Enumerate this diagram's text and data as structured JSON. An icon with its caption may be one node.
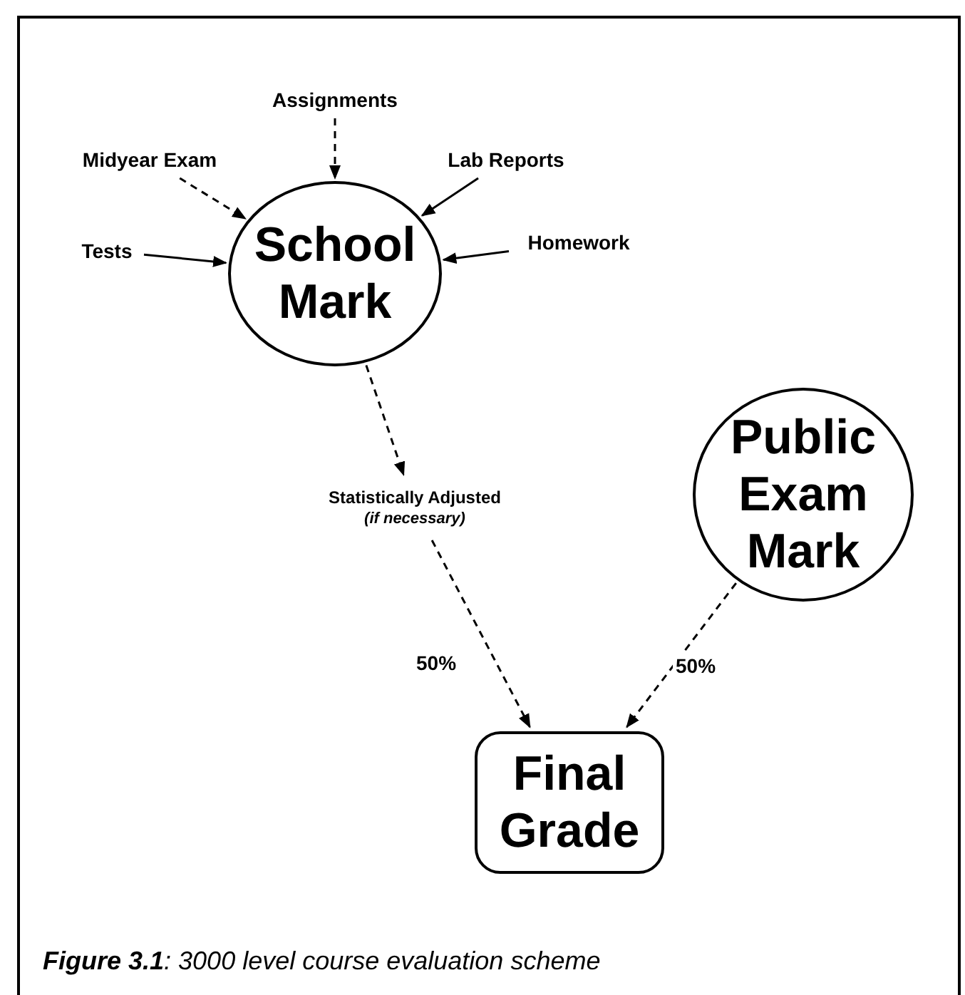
{
  "diagram": {
    "caption": "**Figure 3.1**: 3000 level course evaluation scheme",
    "nodes": [
      {
        "text": [
          "Assignments"
        ]
      },
      {
        "text": [
          "Midyear Exam"
        ]
      },
      {
        "text": [
          "Lab Reports"
        ]
      },
      {
        "text": [
          "Tests"
        ]
      },
      {
        "text": [
          "School Mark"
        ]
      },
      {
        "text": [
          "Homework"
        ]
      },
      {
        "text": [
          "Statistically Adjusted",
          "(if necessary)"
        ]
      },
      {
        "text": [
          "Public Exam Mark"
        ]
      },
      {
        "text": [
          "Final Grade"
        ]
      }
    ],
    "edges": [
      {
        "from": 0,
        "to": 4,
        "arrow": "to",
        "style": "dashed"
      },
      {
        "from": 1,
        "to": 4,
        "arrow": "to",
        "style": "dashed"
      },
      {
        "from": 2,
        "to": 4,
        "arrow": "to"
      },
      {
        "from": 3,
        "to": 4,
        "arrow": "to"
      },
      {
        "from": 5,
        "to": 4,
        "arrow": "to"
      },
      {
        "from": 4,
        "to": 6,
        "arrow": "to",
        "style": "dashed"
      },
      {
        "from": 6,
        "to": 8,
        "arrow": "to",
        "style": "dashed",
        "label": "50%"
      },
      {
        "from": 7,
        "to": 8,
        "arrow": "to",
        "style": "dashed",
        "label": "50%"
      }
    ]
  }
}
